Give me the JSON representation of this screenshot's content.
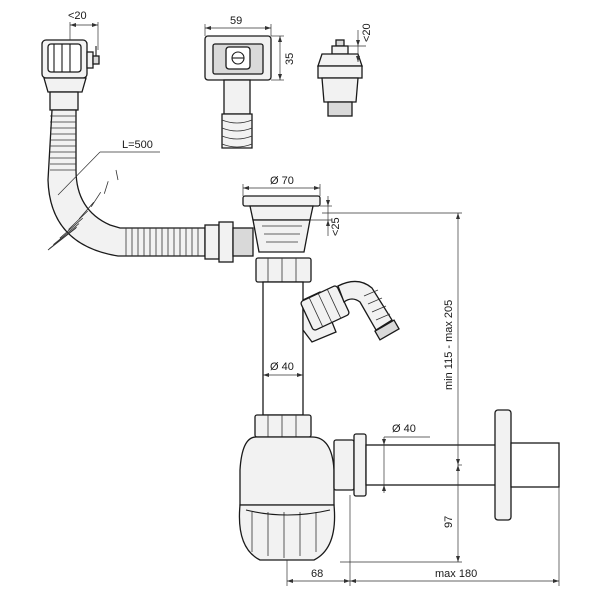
{
  "dimensions": {
    "button_height": "<20",
    "rectangle_width": "59",
    "rectangle_height": "35",
    "plug_height": "<20",
    "hose_length": "L=500",
    "drain_diameter": "Ø 70",
    "drain_flange": "<25",
    "pipe_diameter": "Ø 40",
    "total_height": "min 115 - max 205",
    "outlet_diameter": "Ø 40",
    "bottle_height": "97",
    "bottle_offset": "68",
    "outlet_length": "max 180"
  },
  "colors": {
    "line": "#1a1a1a",
    "fill": "#f2f2f2",
    "shade": "#d9d9d9"
  }
}
